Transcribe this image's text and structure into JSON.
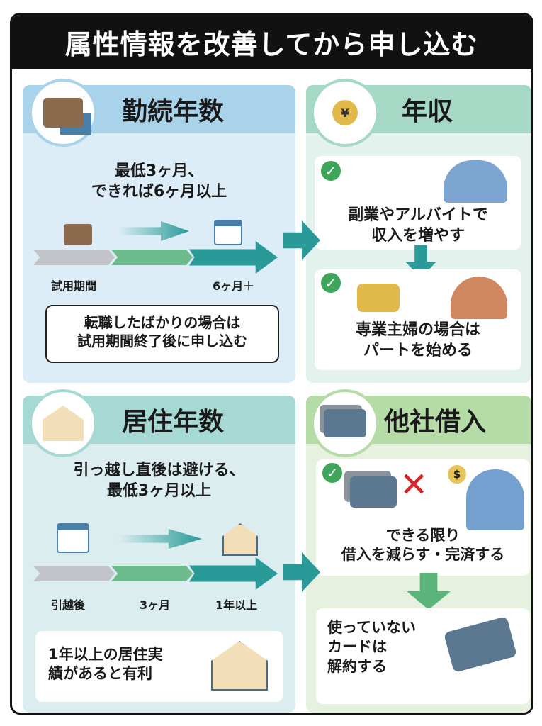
{
  "title": "属性情報を改善してから申し込む",
  "panels": {
    "tenure": {
      "heading": "勤続年数",
      "main": [
        "最低3ヶ月、",
        "できれば6ヶ月以上"
      ],
      "labels": [
        "試用期間",
        "6ヶ月＋"
      ],
      "bubble": [
        "転職したばかりの場合は",
        "試用期間終了後に申し込む"
      ]
    },
    "income": {
      "heading": "年収",
      "card1": [
        "副業やアルバイトで",
        "収入を増やす"
      ],
      "card2": [
        "専業主婦の場合は",
        "パートを始める"
      ]
    },
    "residence": {
      "heading": "居住年数",
      "main": [
        "引っ越し直後は避ける、",
        "最低3ヶ月以上"
      ],
      "labels": [
        "引越後",
        "3ヶ月",
        "1年以上"
      ],
      "card": [
        "1年以上の居住実",
        "績があると有利"
      ]
    },
    "debt": {
      "heading": "他社借入",
      "card1": [
        "できる限り",
        "借入を減らす・完済する"
      ],
      "card2": [
        "使っていない",
        "カードは",
        "解約する"
      ],
      "icon_text": "$",
      "yen": "¥"
    }
  },
  "colors": {
    "teal": "#2a9a98",
    "green": "#5bb47a",
    "blue_head": "#a9d3ea",
    "check": "#3fa55a"
  }
}
